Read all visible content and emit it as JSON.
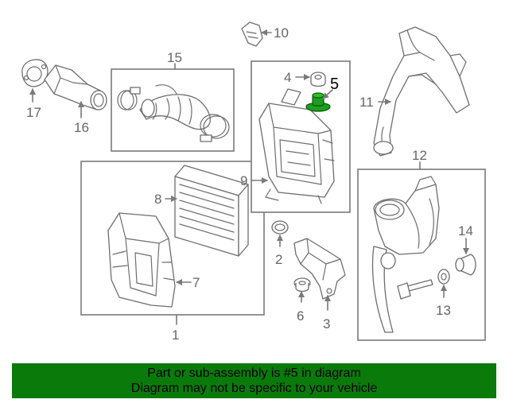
{
  "callouts": {
    "n1": "1",
    "n2": "2",
    "n3": "3",
    "n4": "4",
    "n5": "5",
    "n6": "6",
    "n7": "7",
    "n8": "8",
    "n9": "9",
    "n10": "10",
    "n11": "11",
    "n12": "12",
    "n13": "13",
    "n14": "14",
    "n15": "15",
    "n16": "16",
    "n17": "17"
  },
  "banner": {
    "line1": "Part or sub-assembly is #5 in diagram",
    "line2": "Diagram may not be specific to your vehicle"
  },
  "colors": {
    "banner_bg": "#0a7a0a",
    "highlight_part": "#1e9e1e",
    "line": "#7a7a7a"
  }
}
